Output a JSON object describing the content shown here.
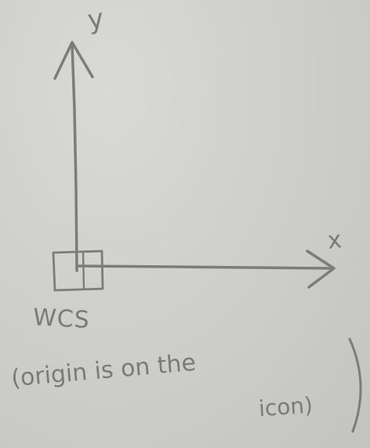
{
  "diagram": {
    "axis_labels": {
      "y": "y",
      "x": "x"
    },
    "frame_label": "WCS",
    "note": {
      "line1": "(origin is on the",
      "line2": "icon)"
    },
    "colors": {
      "paper": "#cfcfcd",
      "pencil": "#7c7c7a"
    }
  }
}
